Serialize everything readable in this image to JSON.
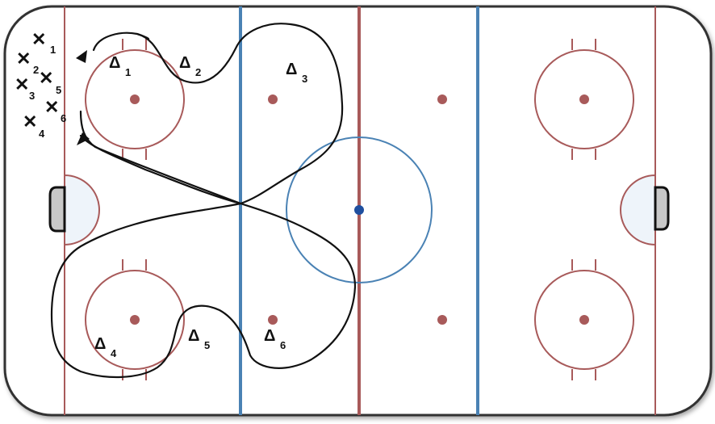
{
  "colors": {
    "ice": "#ffffff",
    "red_line": "#a85a5a",
    "blue_line": "#4a82b4",
    "crease_fill": "#eef4fa",
    "net_fill": "#c8c8c8",
    "board": "#333333",
    "path": "#111111",
    "center_dot": "#1f4f9f"
  },
  "forwards": [
    {
      "symbol": "✕",
      "number": "1"
    },
    {
      "symbol": "✕",
      "number": "2"
    },
    {
      "symbol": "✕",
      "number": "3"
    },
    {
      "symbol": "✕",
      "number": "4"
    },
    {
      "symbol": "✕",
      "number": "5"
    },
    {
      "symbol": "✕",
      "number": "6"
    }
  ],
  "defenders": [
    {
      "symbol": "Δ",
      "number": "1"
    },
    {
      "symbol": "Δ",
      "number": "2"
    },
    {
      "symbol": "Δ",
      "number": "3"
    },
    {
      "symbol": "Δ",
      "number": "4"
    },
    {
      "symbol": "Δ",
      "number": "5"
    },
    {
      "symbol": "Δ",
      "number": "6"
    }
  ]
}
